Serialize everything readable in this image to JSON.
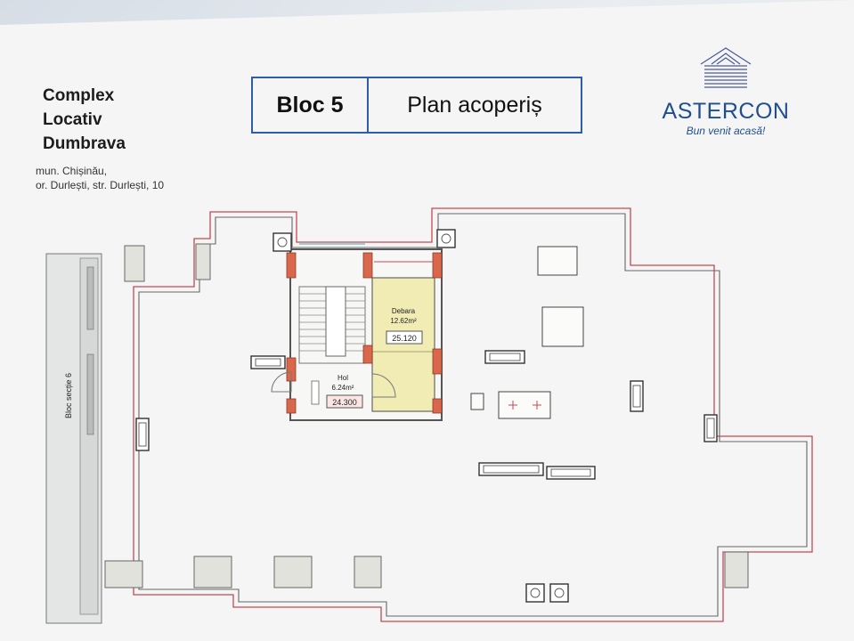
{
  "header": {
    "project_title": [
      "Complex",
      "Locativ",
      "Dumbrava"
    ],
    "address": [
      "mun. Chișinău,",
      "or. Durlești, str. Durlești, 10"
    ],
    "bloc_label": "Bloc 5",
    "plan_label": "Plan acoperiș"
  },
  "brand": {
    "name": "ASTERCON",
    "slogan": "Bun venit acasă!",
    "color": "#1f4f8f"
  },
  "plan": {
    "adjacent_section_label": "Bloc secție 6",
    "rooms": [
      {
        "name": "Debara",
        "area": "12.62m²",
        "code": "25.120"
      },
      {
        "name": "Hol",
        "area": "6.24m²",
        "code": "24.300"
      }
    ],
    "colors": {
      "outline": "#c24a55",
      "wall": "#555555",
      "storage_fill": "#f1ecb4",
      "column_fill": "#d9674c",
      "accent": "#2d5fa8"
    }
  }
}
